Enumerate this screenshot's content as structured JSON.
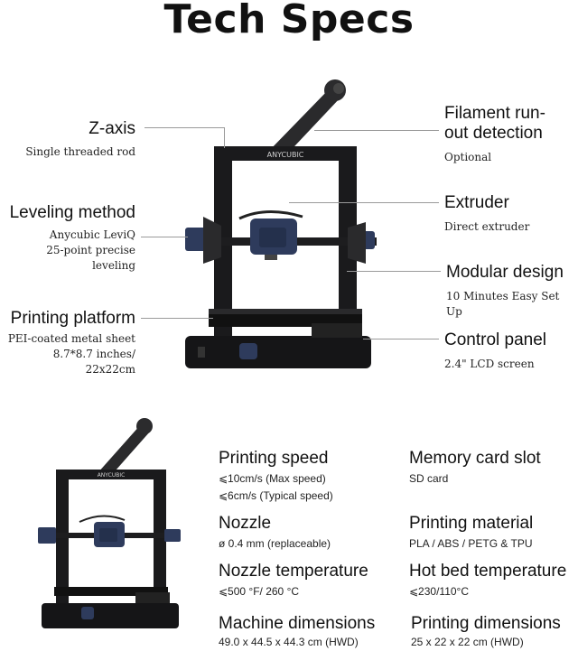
{
  "title": "Tech Specs",
  "callouts": {
    "z_axis": {
      "title": "Z-axis",
      "desc": [
        "Single threaded rod"
      ]
    },
    "leveling": {
      "title": "Leveling method",
      "desc": [
        "Anycubic LeviQ",
        "25-point precise leveling"
      ]
    },
    "platform": {
      "title": "Printing platform",
      "desc": [
        "PEI-coated metal sheet",
        "8.7*8.7 inches/",
        "22x22cm"
      ]
    },
    "filament": {
      "title_lines": [
        "Filament run-",
        "out detection"
      ],
      "desc": [
        "Optional"
      ]
    },
    "extruder": {
      "title": "Extruder",
      "desc": [
        "Direct extruder"
      ]
    },
    "modular": {
      "title": "Modular design",
      "desc": [
        "10 Minutes Easy Set Up"
      ]
    },
    "control": {
      "title": "Control panel",
      "desc": [
        "2.4\" LCD screen"
      ]
    }
  },
  "printer": {
    "brand": "ANYCUBIC"
  },
  "specs": {
    "speed": {
      "title": "Printing speed",
      "lines": [
        "⩽10cm/s (Max speed)",
        "⩽6cm/s (Typical speed)"
      ]
    },
    "memory": {
      "title": "Memory card slot",
      "lines": [
        "SD card"
      ]
    },
    "nozzle": {
      "title": "Nozzle",
      "lines": [
        "ø 0.4 mm (replaceable)"
      ]
    },
    "material": {
      "title": "Printing material",
      "lines": [
        "PLA / ABS / PETG & TPU"
      ]
    },
    "nozzle_temp": {
      "title": "Nozzle temperature",
      "lines": [
        "⩽500 °F/ 260 °C"
      ]
    },
    "bed_temp": {
      "title": "Hot bed temperature",
      "lines": [
        "⩽230/110°C"
      ]
    },
    "machine_dim": {
      "title": "Machine dimensions",
      "lines": [
        "49.0 x 44.5 x 44.3 cm  (HWD)"
      ]
    },
    "print_dim": {
      "title": "Printing dimensions",
      "lines": [
        "25 x 22 x 22 cm (HWD)"
      ]
    }
  },
  "colors": {
    "frame": "#1a1a1c",
    "accent_blue": "#2e3b5c",
    "leader": "#9a9a9a"
  }
}
